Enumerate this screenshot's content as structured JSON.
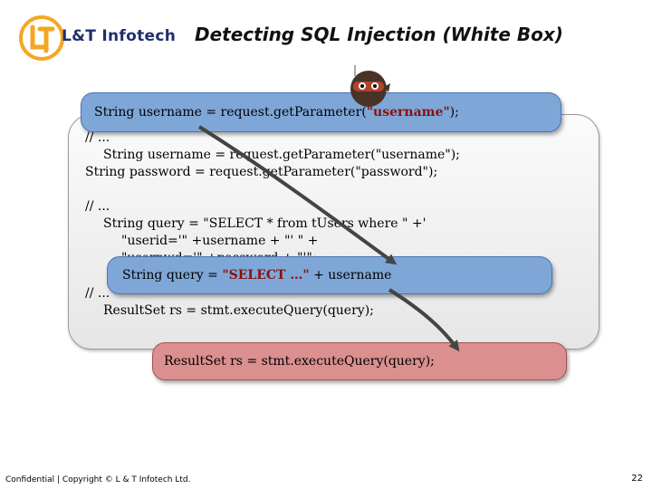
{
  "header": {
    "company": "L&T Infotech",
    "title": "Detecting SQL Injection (White Box)"
  },
  "callouts": {
    "source": [
      "String username = request.get",
      "Parameter(",
      "\"username\"",
      ");"
    ],
    "propagation": [
      "String query = ",
      "\"SELECT …\"",
      " + username"
    ],
    "sink": "ResultSet rs = stmt.executeQuery(query);"
  },
  "code_lines": [
    {
      "text": "// ...",
      "indent": 0
    },
    {
      "text": "String username = request.getParameter(\"username\");",
      "indent": 1
    },
    {
      "text": "String password = request.getParameter(\"password\");",
      "indent": 0
    },
    {
      "text": "",
      "indent": 0
    },
    {
      "text": "// ...",
      "indent": 0
    },
    {
      "text": "String query = \"SELECT * from tUsers where \" +'",
      "indent": 1
    },
    {
      "text": "\"userid='\" +username + \"' \" +",
      "indent": 2
    },
    {
      "text": "\"userpwd='\" +password + \"'\";",
      "indent": 2
    },
    {
      "text": "// ...",
      "indent": 0
    },
    {
      "text": "ResultSet rs = stmt.executeQuery(query);",
      "indent": 1
    }
  ],
  "footer": {
    "text": "Confidential  |  Copyright © L & T Infotech Ltd.",
    "page": "22"
  },
  "colors": {
    "blue_callout": "#7ea7d8",
    "red_callout": "#db8f8f",
    "string_literal": "#8b1010",
    "logo_navy": "#1f2f6e",
    "logo_orange": "#f5a623"
  },
  "icons": [
    "lt-logo-icon",
    "ninja-icon",
    "arrow-icon"
  ]
}
